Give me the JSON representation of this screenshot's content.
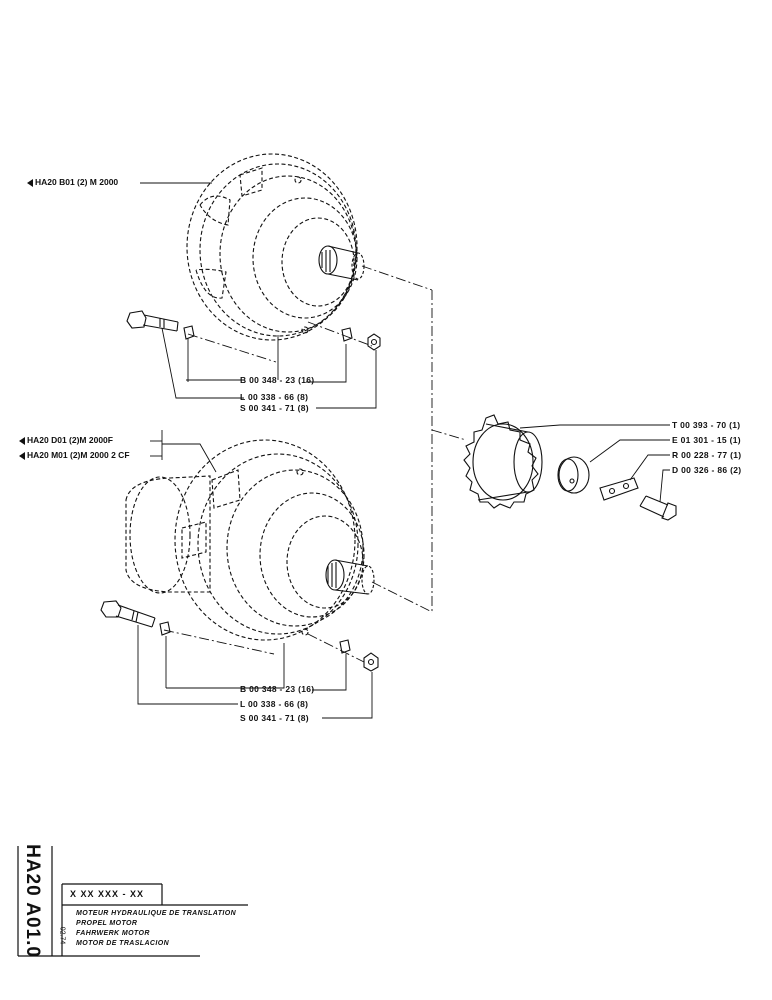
{
  "refs": {
    "motor_top": "HA20 B01  (2) M 2000",
    "motor_bottom_1": "HA20 D01  (2)M 2000F",
    "motor_bottom_2": "HA20 M01  (2)M 2000 2 CF"
  },
  "parts_top": [
    {
      "code": "B  00  348 - 23  (16)"
    },
    {
      "code": "L  00  338 - 66  (8)"
    },
    {
      "code": "S  00  341 - 71  (8)"
    }
  ],
  "parts_right": [
    {
      "code": "T  00  393 - 70  (1)"
    },
    {
      "code": "E  01  301 - 15  (1)"
    },
    {
      "code": "R  00  228 - 77  (1)"
    },
    {
      "code": "D  00  326 - 86  (2)"
    }
  ],
  "parts_bottom": [
    {
      "code": "B  00  348 - 23  (16)"
    },
    {
      "code": "L  00  338 - 66  (8)"
    },
    {
      "code": "S  00  341 - 71  (8)"
    }
  ],
  "title_block": {
    "code": "HA20 A01.0",
    "date": "02.74",
    "ref_number": "X  XX  XXX - XX",
    "titles": [
      "MOTEUR HYDRAULIQUE DE TRANSLATION",
      "PROPEL MOTOR",
      "FAHRWERK MOTOR",
      "MOTOR DE TRASLACION"
    ]
  }
}
